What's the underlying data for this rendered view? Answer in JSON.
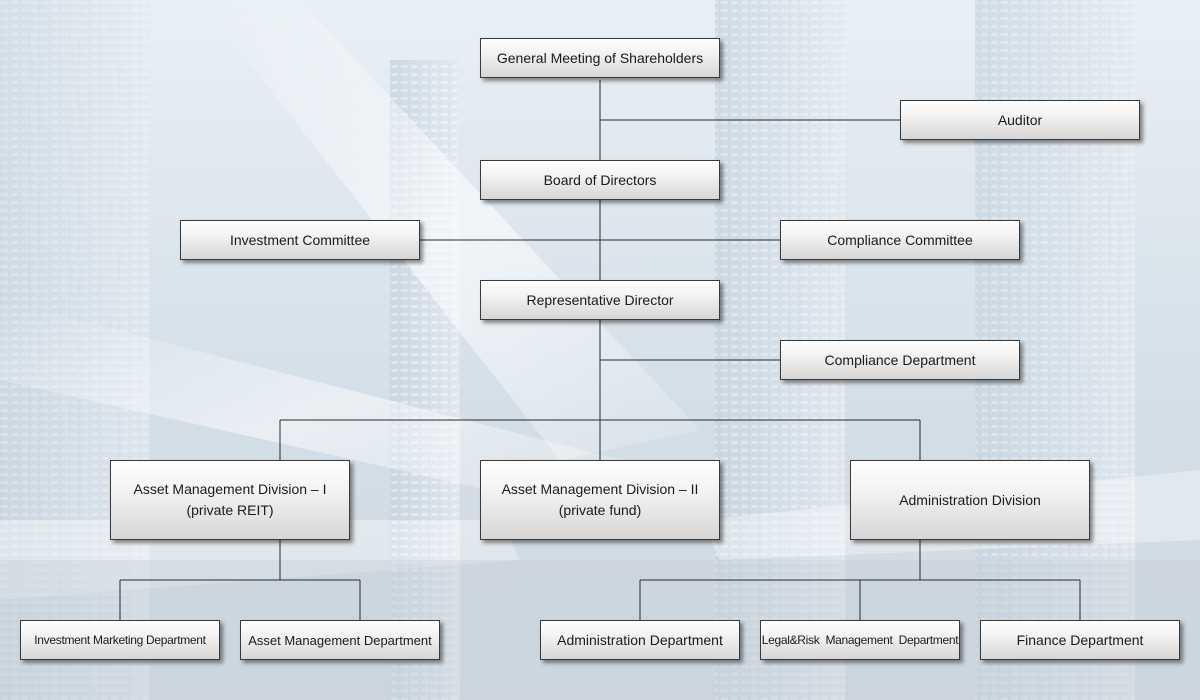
{
  "org_chart": {
    "shareholders": "General Meeting of Shareholders",
    "auditor": "Auditor",
    "board": "Board of Directors",
    "investment_committee": "Investment Committee",
    "compliance_committee": "Compliance Committee",
    "representative_director": "Representative Director",
    "compliance_department": "Compliance Department",
    "am_division_1": {
      "line1": "Asset Management Division – I",
      "line2": "(private REIT)"
    },
    "am_division_2": {
      "line1": "Asset Management Division – II",
      "line2": "(private fund)"
    },
    "admin_division": "Administration Division",
    "investment_marketing_department": "Investment Marketing Department",
    "asset_management_department": "Asset Management Department",
    "administration_department": "Administration Department",
    "legal_risk_department": "Legal&Risk  Management  Department",
    "finance_department": "Finance Department"
  },
  "colors": {
    "box_top": "#ffffff",
    "box_bottom": "#d6d6d6",
    "box_border": "#3a3a3a",
    "connector": "#2a2a2a",
    "background": "#dce6ee"
  }
}
